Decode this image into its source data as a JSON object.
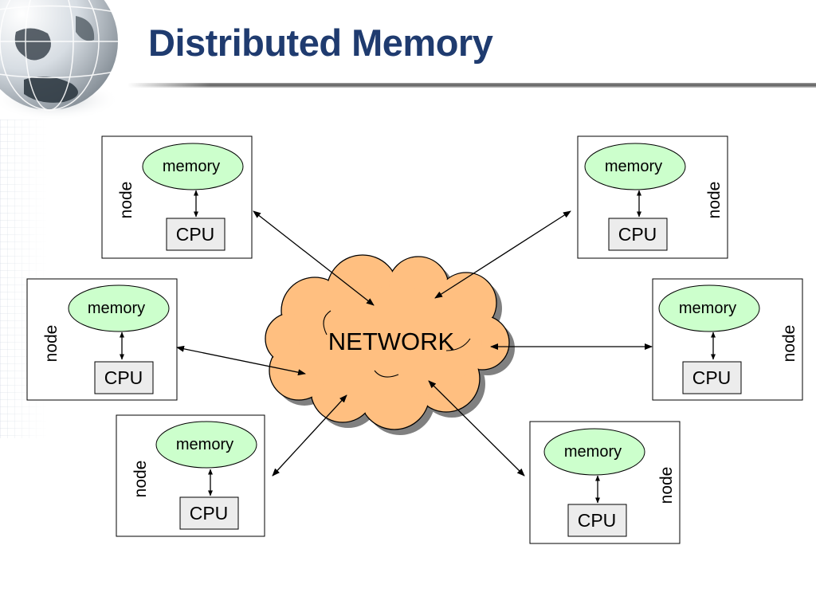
{
  "slide": {
    "title": "Distributed Memory"
  },
  "diagram": {
    "network_label": "NETWORK",
    "nodes": [
      {
        "memory": "memory",
        "cpu": "CPU",
        "side": "node"
      },
      {
        "memory": "memory",
        "cpu": "CPU",
        "side": "node"
      },
      {
        "memory": "memory",
        "cpu": "CPU",
        "side": "node"
      },
      {
        "memory": "memory",
        "cpu": "CPU",
        "side": "node"
      },
      {
        "memory": "memory",
        "cpu": "CPU",
        "side": "node"
      },
      {
        "memory": "memory",
        "cpu": "CPU",
        "side": "node"
      }
    ],
    "colors": {
      "title": "#1f3b6f",
      "memory_fill": "#ccffcc",
      "cpu_fill": "#ececec",
      "network_fill": "#ffbf80"
    }
  }
}
